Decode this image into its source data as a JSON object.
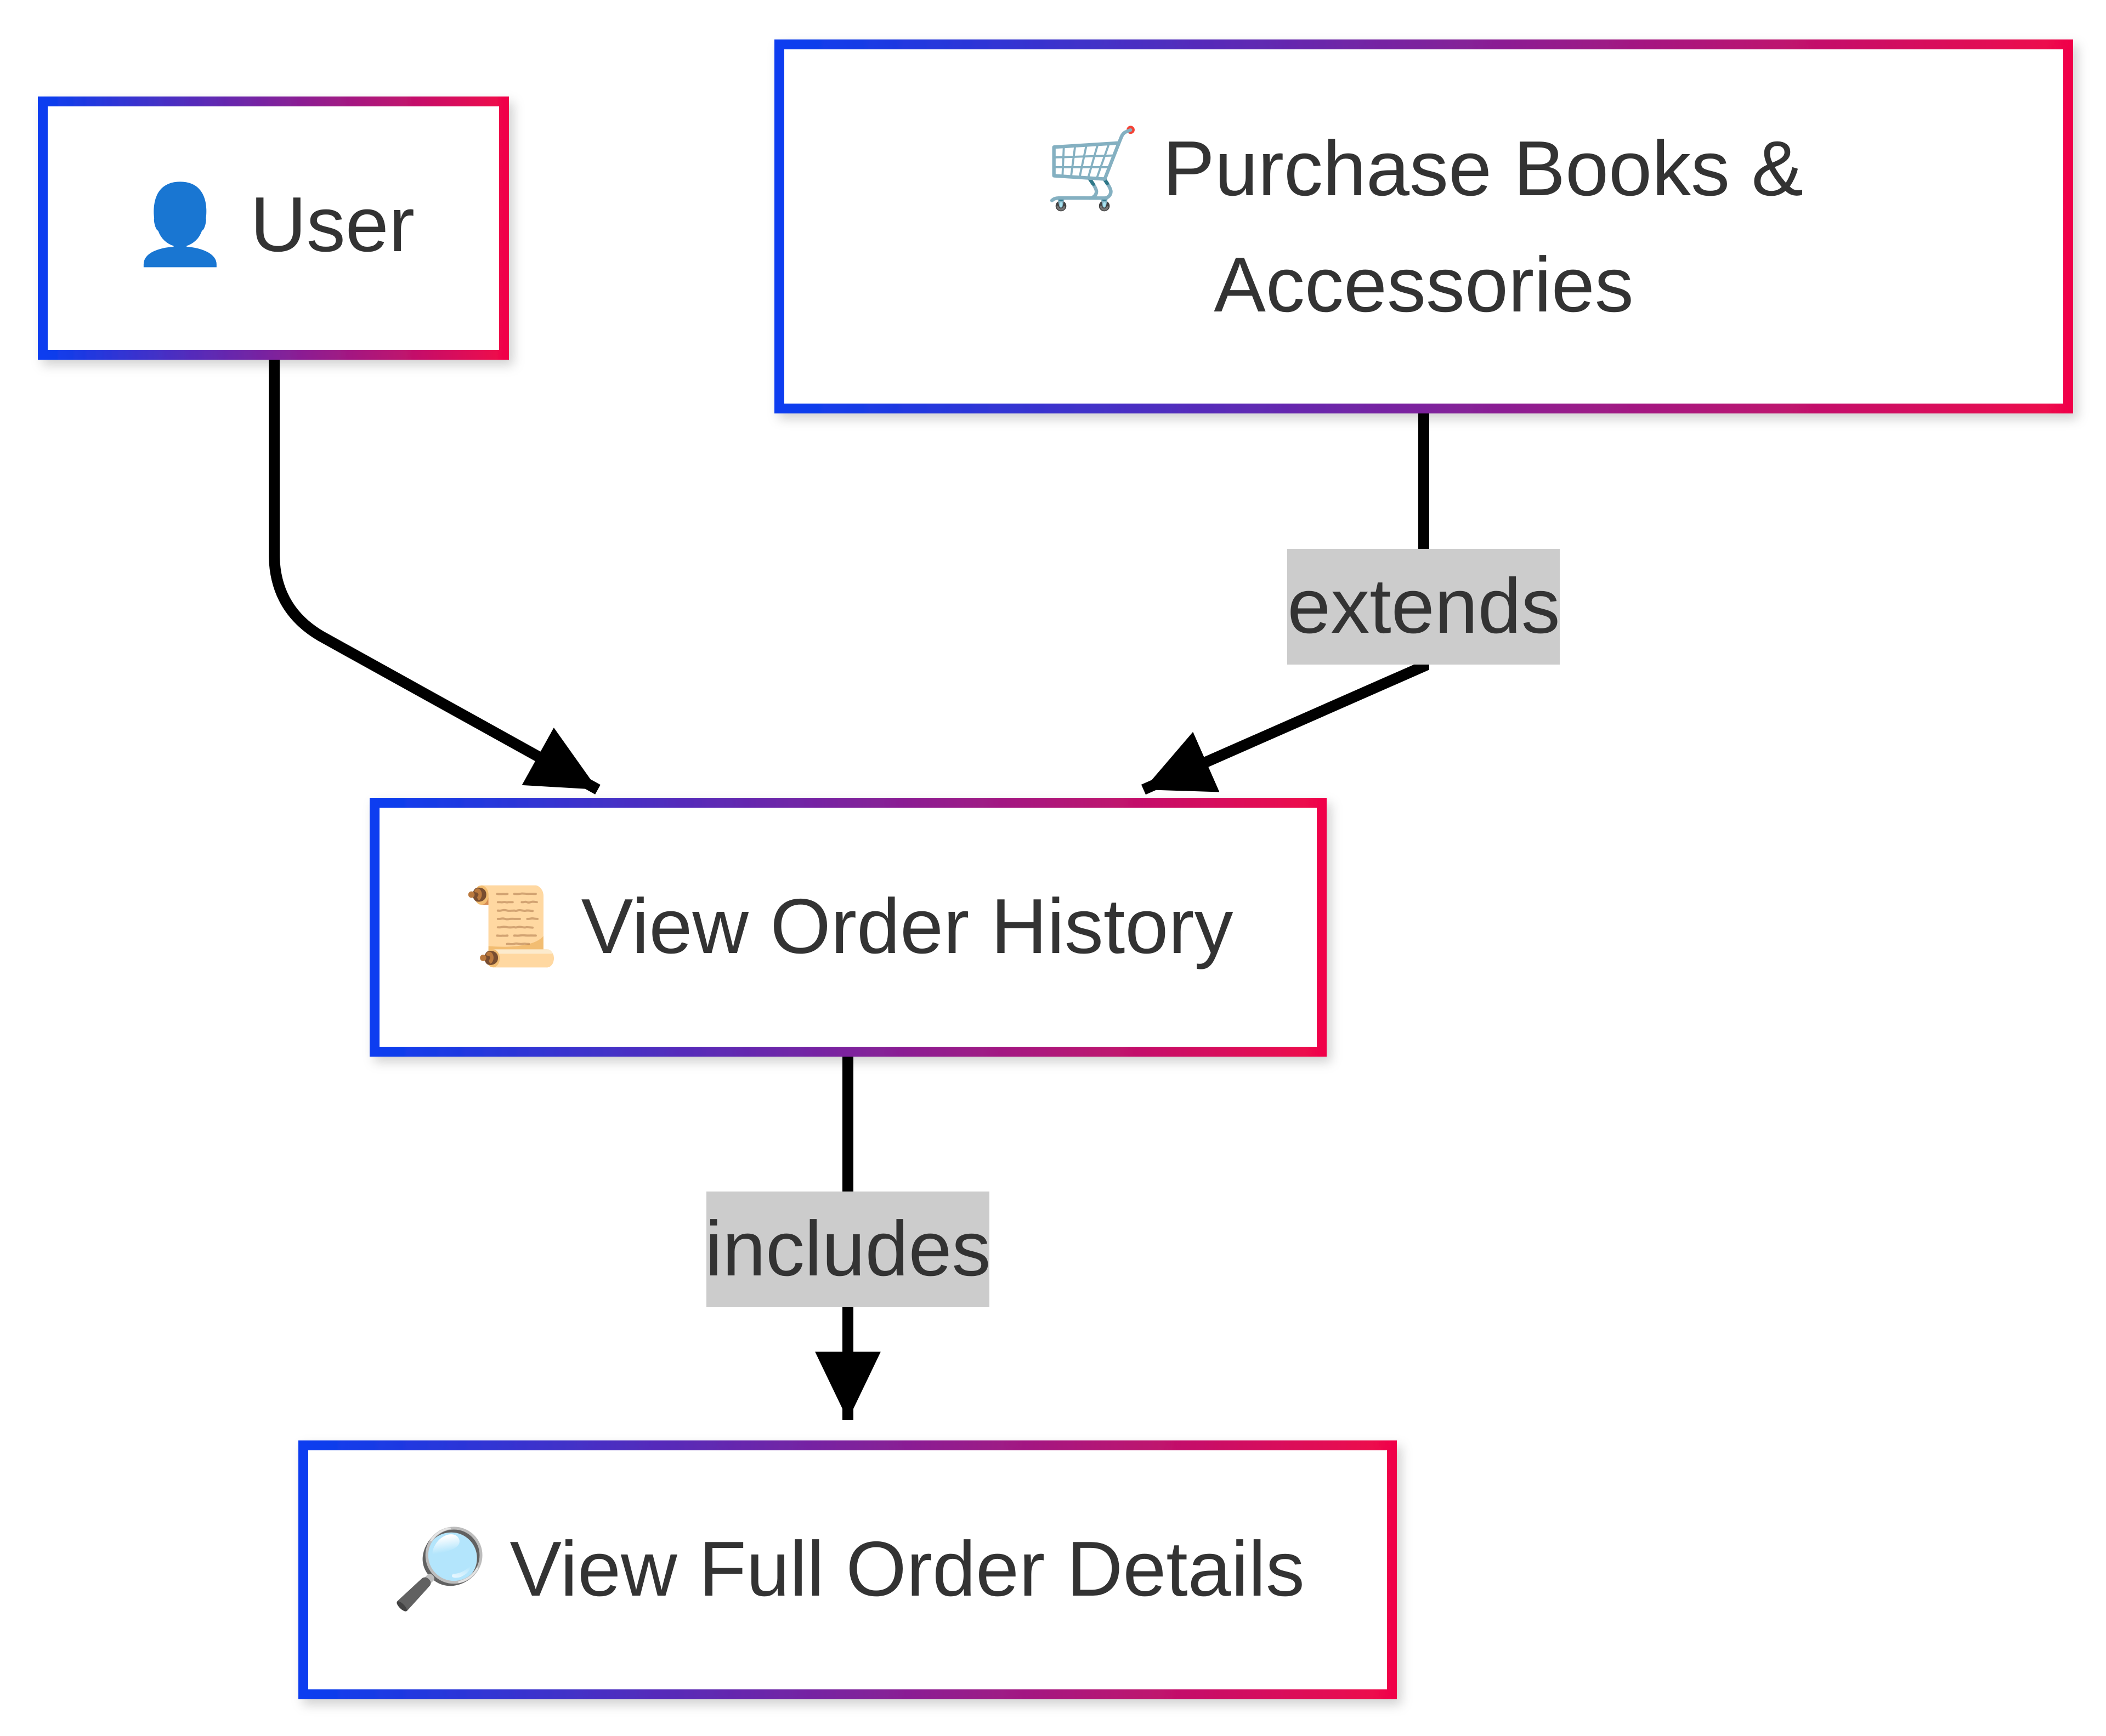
{
  "nodes": {
    "user": {
      "icon": "👤",
      "label": "User"
    },
    "purchase": {
      "icon": "🛒",
      "label_line1": "Purchase Books &",
      "label_line2": "Accessories"
    },
    "history": {
      "icon": "📜",
      "label": "View Order History"
    },
    "details": {
      "icon": "🔎",
      "label": "View Full Order Details"
    }
  },
  "edges": {
    "purchase_to_history": {
      "label": "extends"
    },
    "history_to_details": {
      "label": "includes"
    }
  },
  "colors": {
    "border_gradient_start": "#0a3ef0",
    "border_gradient_end": "#f0064a",
    "edge": "#000000",
    "edge_label_bg": "#cccccc",
    "text": "#333333"
  }
}
